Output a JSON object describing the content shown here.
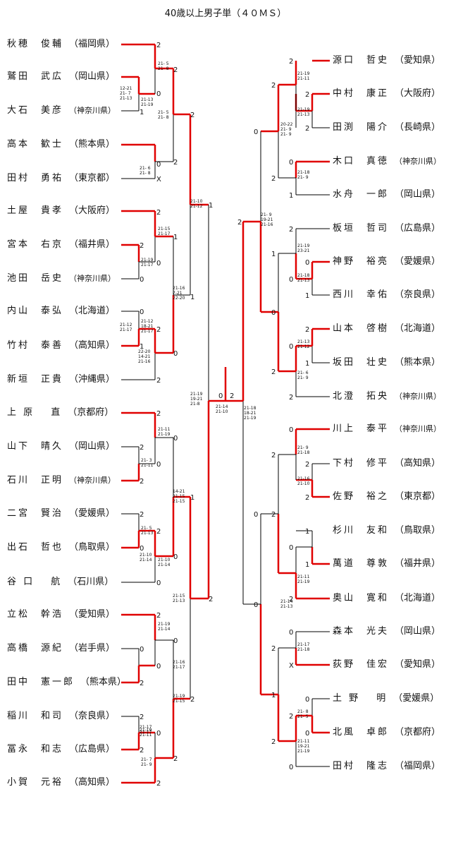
{
  "title": "40歳以上男子単（４０ＭＳ）",
  "left_players": [
    {
      "name": "秋穂　俊輔",
      "pref": "（福岡県）"
    },
    {
      "name": "鷲田　武広",
      "pref": "（岡山県）"
    },
    {
      "name": "大石　美彦",
      "pref": "（神奈川県）"
    },
    {
      "name": "高本　歓士",
      "pref": "（熊本県）"
    },
    {
      "name": "田村　勇祐",
      "pref": "（東京都）"
    },
    {
      "name": "土屋　貴孝",
      "pref": "（大阪府）"
    },
    {
      "name": "宮本　右京",
      "pref": "（福井県）"
    },
    {
      "name": "池田　岳史",
      "pref": "（神奈川県）"
    },
    {
      "name": "内山　泰弘",
      "pref": "（北海道）"
    },
    {
      "name": "竹村　泰善",
      "pref": "（高知県）"
    },
    {
      "name": "新垣　正貴",
      "pref": "（沖縄県）"
    },
    {
      "name": "上 原 　直",
      "pref": "（京都府）"
    },
    {
      "name": "山下　晴久",
      "pref": "（岡山県）"
    },
    {
      "name": "石川　正明",
      "pref": "（神奈川県）"
    },
    {
      "name": "二宮　賢治",
      "pref": "（愛媛県）"
    },
    {
      "name": "出石　哲也",
      "pref": "（鳥取県）"
    },
    {
      "name": "谷 口 　航",
      "pref": "（石川県）"
    },
    {
      "name": "立松　幹浩",
      "pref": "（愛知県）"
    },
    {
      "name": "高橋　源紀",
      "pref": "（岩手県）"
    },
    {
      "name": "田中　憲一郎",
      "pref": "（熊本県）"
    },
    {
      "name": "稲川　和司",
      "pref": "（奈良県）"
    },
    {
      "name": "冨永　和志",
      "pref": "（広島県）"
    },
    {
      "name": "小賀　元裕",
      "pref": "（高知県）"
    }
  ],
  "right_players": [
    {
      "name": "源口　哲史",
      "pref": "（愛知県）"
    },
    {
      "name": "中村　康正",
      "pref": "（大阪府）"
    },
    {
      "name": "田渕　陽介",
      "pref": "（長崎県）"
    },
    {
      "name": "木口　真徳",
      "pref": "（神奈川県）"
    },
    {
      "name": "水舟　一郎",
      "pref": "（岡山県）"
    },
    {
      "name": "板垣　哲司",
      "pref": "（広島県）"
    },
    {
      "name": "神野　裕亮",
      "pref": "（愛媛県）"
    },
    {
      "name": "西川　幸佑",
      "pref": "（奈良県）"
    },
    {
      "name": "山本　啓樹",
      "pref": "（北海道）"
    },
    {
      "name": "坂田　壮史",
      "pref": "（熊本県）"
    },
    {
      "name": "北澄　拓央",
      "pref": "（神奈川県）"
    },
    {
      "name": "川上　泰平",
      "pref": "（神奈川県）"
    },
    {
      "name": "下村　修平",
      "pref": "（高知県）"
    },
    {
      "name": "佐野　裕之",
      "pref": "（東京都）"
    },
    {
      "name": "杉川　友和",
      "pref": "（鳥取県）"
    },
    {
      "name": "萬道　尊敦",
      "pref": "（福井県）"
    },
    {
      "name": "奥山　寛和",
      "pref": "（北海道）"
    },
    {
      "name": "森本　光夫",
      "pref": "（岡山県）"
    },
    {
      "name": "荻野　佳宏",
      "pref": "（愛知県）"
    },
    {
      "name": "土 野 　明",
      "pref": "（愛媛県）"
    },
    {
      "name": "北風　卓郎",
      "pref": "（京都府）"
    },
    {
      "name": "田村　隆志",
      "pref": "（福岡県）"
    }
  ],
  "result_marks": [
    "2",
    "2",
    "0",
    "1",
    "2",
    "0",
    "2",
    "X",
    "0",
    "1",
    "2",
    "1",
    "2",
    "0",
    "0",
    "1",
    "2",
    "0",
    "2",
    "1",
    "2",
    "0",
    "2",
    "2",
    "0",
    "1",
    "2",
    "0",
    "2",
    "0",
    "0",
    "2",
    "2",
    "0",
    "0",
    "2",
    "0",
    "2",
    "2",
    "2",
    "0",
    "2",
    "2",
    "0",
    "2",
    "2",
    "2",
    "2",
    "2",
    "0",
    "2",
    "0",
    "1",
    "2",
    "2",
    "0",
    "1",
    "1",
    "0",
    "2",
    "1",
    "0",
    "0",
    "2",
    "2",
    "0",
    "2",
    "2",
    "2",
    "0",
    "1",
    "1",
    "0",
    "2",
    "2",
    "0",
    "X",
    "2",
    "0",
    "0",
    "0",
    "2",
    "1",
    "0",
    "2",
    "0",
    "0",
    "2",
    "2",
    "2",
    "2",
    "1"
  ],
  "scores": [
    "21- 5\n21- 8",
    "21-15\n21-17",
    "21-11\n21-19",
    "21-10\n21-14",
    "21- 7\n21- 9",
    "21-12\n21-17",
    "21-10\n21-12",
    "21-13\n21-19",
    "21- 5\n21- 8",
    "21-19\n21-17",
    "12-21\n21-  7\n21-13",
    "21- 5\n21-13",
    "21-19\n21-14",
    "21- 3\n21-11",
    "21-14\n21-10",
    "21-19\n21-11",
    "21-14\n21-13",
    "21-18\n21- 9",
    "21- 8\n21- 5",
    "21-12\n18-21\n21-17",
    "21-15\n21-13",
    "21-19\n21-15",
    "22-20\n14-21\n21-16",
    "21-16\n7-21\n22-20",
    "21-10\n21-14",
    "21-17\n21-18",
    "21- 6\n21-  8",
    "21-19\n21-11",
    "21-17\n21-17",
    "21-13\n21-12",
    "21- 6\n21- 9",
    "14-21\n21-15\n21-15",
    "21-19\n23-21",
    "21-18\n21-13",
    "21- 9\n21-18",
    "21-11\n19-21\n21-19",
    "21-16\n21-10",
    "21-19\n19-21\n21-8",
    "20-22\n21- 9\n21- 9",
    "21-19\n21-13",
    "21- 9\n19-21\n21-16",
    "21-11\n21-19",
    "21-18\n18-21\n21-19",
    "21-16\n21-17"
  ]
}
